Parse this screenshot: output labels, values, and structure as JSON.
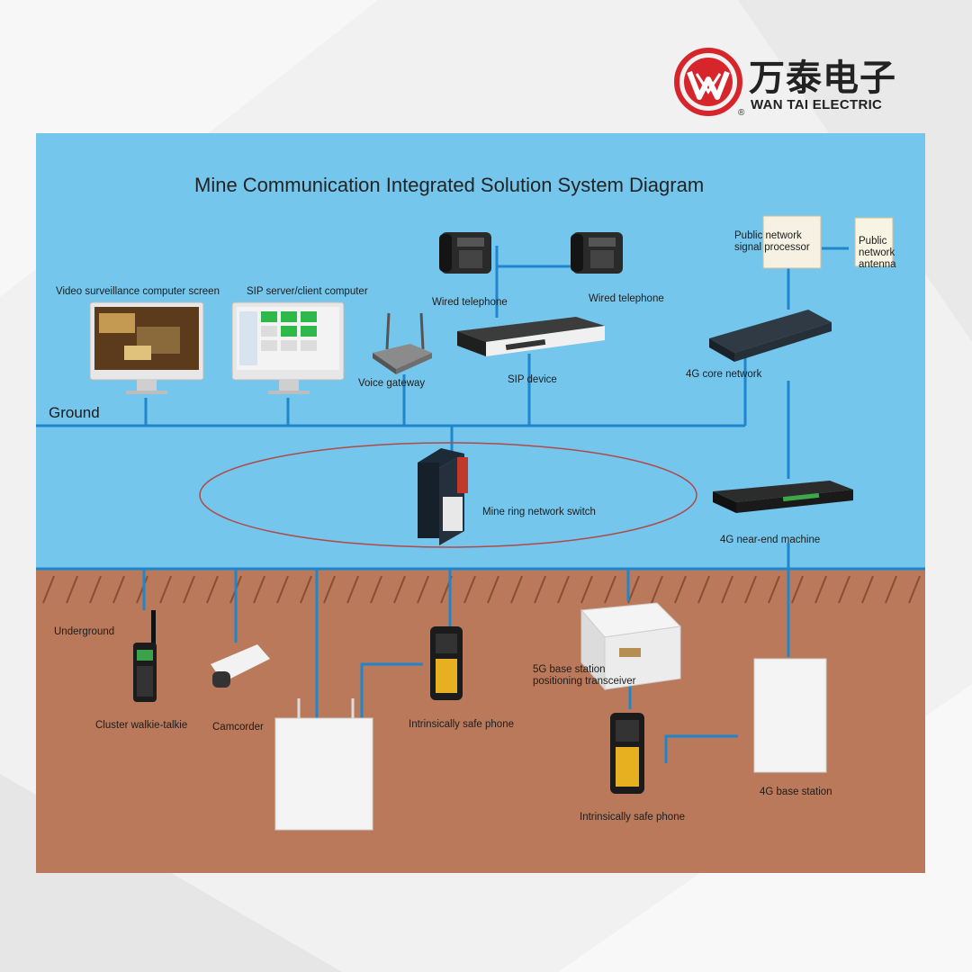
{
  "brand": {
    "name_cn": "万泰电子",
    "name_en": "WAN TAI ELECTRIC",
    "registered_mark": "®",
    "logo_color": "#d6262c"
  },
  "diagram": {
    "title": "Mine Communication Integrated Solution System Diagram",
    "colors": {
      "sky": "#74c6ec",
      "soil": "#b9795a",
      "link": "#1f86cc",
      "ring": "#b04a4a"
    },
    "zones": {
      "ground": "Ground",
      "underground": "Underground"
    },
    "ground_devices": {
      "video_screen": "Video surveillance computer screen",
      "sip_computer": "SIP server/client computer",
      "voice_gateway": "Voice gateway",
      "wired_phone_1": "Wired telephone",
      "wired_phone_2": "Wired telephone",
      "sip_device": "SIP device",
      "signal_processor": "Public network signal processor",
      "antenna": "Public network antenna",
      "core_network": "4G core network",
      "near_end_machine": "4G near-end machine",
      "ring_switch": "Mine ring network switch"
    },
    "underground_devices": {
      "walkie_talkie": "Cluster walkie-talkie",
      "camcorder": "Camcorder",
      "safe_phone_1": "Intrinsically safe phone",
      "base_station_5g": "5G base station positioning transceiver",
      "safe_phone_2": "Intrinsically safe phone",
      "base_station_4g": "4G base station"
    }
  }
}
